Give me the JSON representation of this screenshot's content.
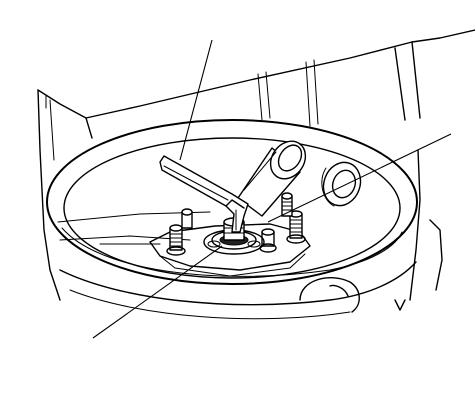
{
  "figure": {
    "callout_count": 3,
    "parts": [
      "housing",
      "opening-rim",
      "hex-wrench",
      "pipe-fitting",
      "port-fitting",
      "mounting-studs",
      "center-spindle",
      "bracket-plate"
    ]
  },
  "colors": {
    "line": "#000000",
    "background": "#ffffff"
  }
}
